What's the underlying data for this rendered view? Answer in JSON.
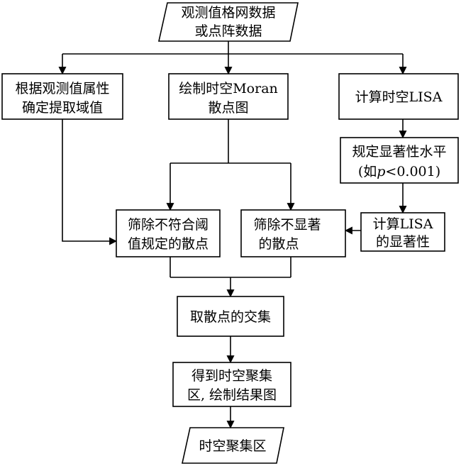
{
  "flowchart": {
    "input_data": {
      "line1": "观测值格网数据",
      "line2": "或点阵数据"
    },
    "threshold": {
      "line1": "根据观测值属性",
      "line2": "确定提取域值"
    },
    "moran": {
      "line1": "绘制时空Moran",
      "line2": "散点图"
    },
    "lisa_calc": {
      "line1": "计算时空LISA"
    },
    "significance_level": {
      "line1": "规定显著性水平",
      "line2_prefix": "(如",
      "line2_var": "p",
      "line2_suffix": "<0.001)"
    },
    "filter_threshold": {
      "line1": "筛除不符合阈",
      "line2": "值规定的散点"
    },
    "filter_insignificant": {
      "line1": "筛除不显著",
      "line2": "的散点"
    },
    "lisa_significance": {
      "line1": "计算LISA",
      "line2": "的显著性"
    },
    "intersection": {
      "line1": "取散点的交集"
    },
    "result_map": {
      "line1": "得到时空聚集",
      "line2": "区, 绘制结果图"
    },
    "output": {
      "line1": "时空聚集区"
    }
  }
}
